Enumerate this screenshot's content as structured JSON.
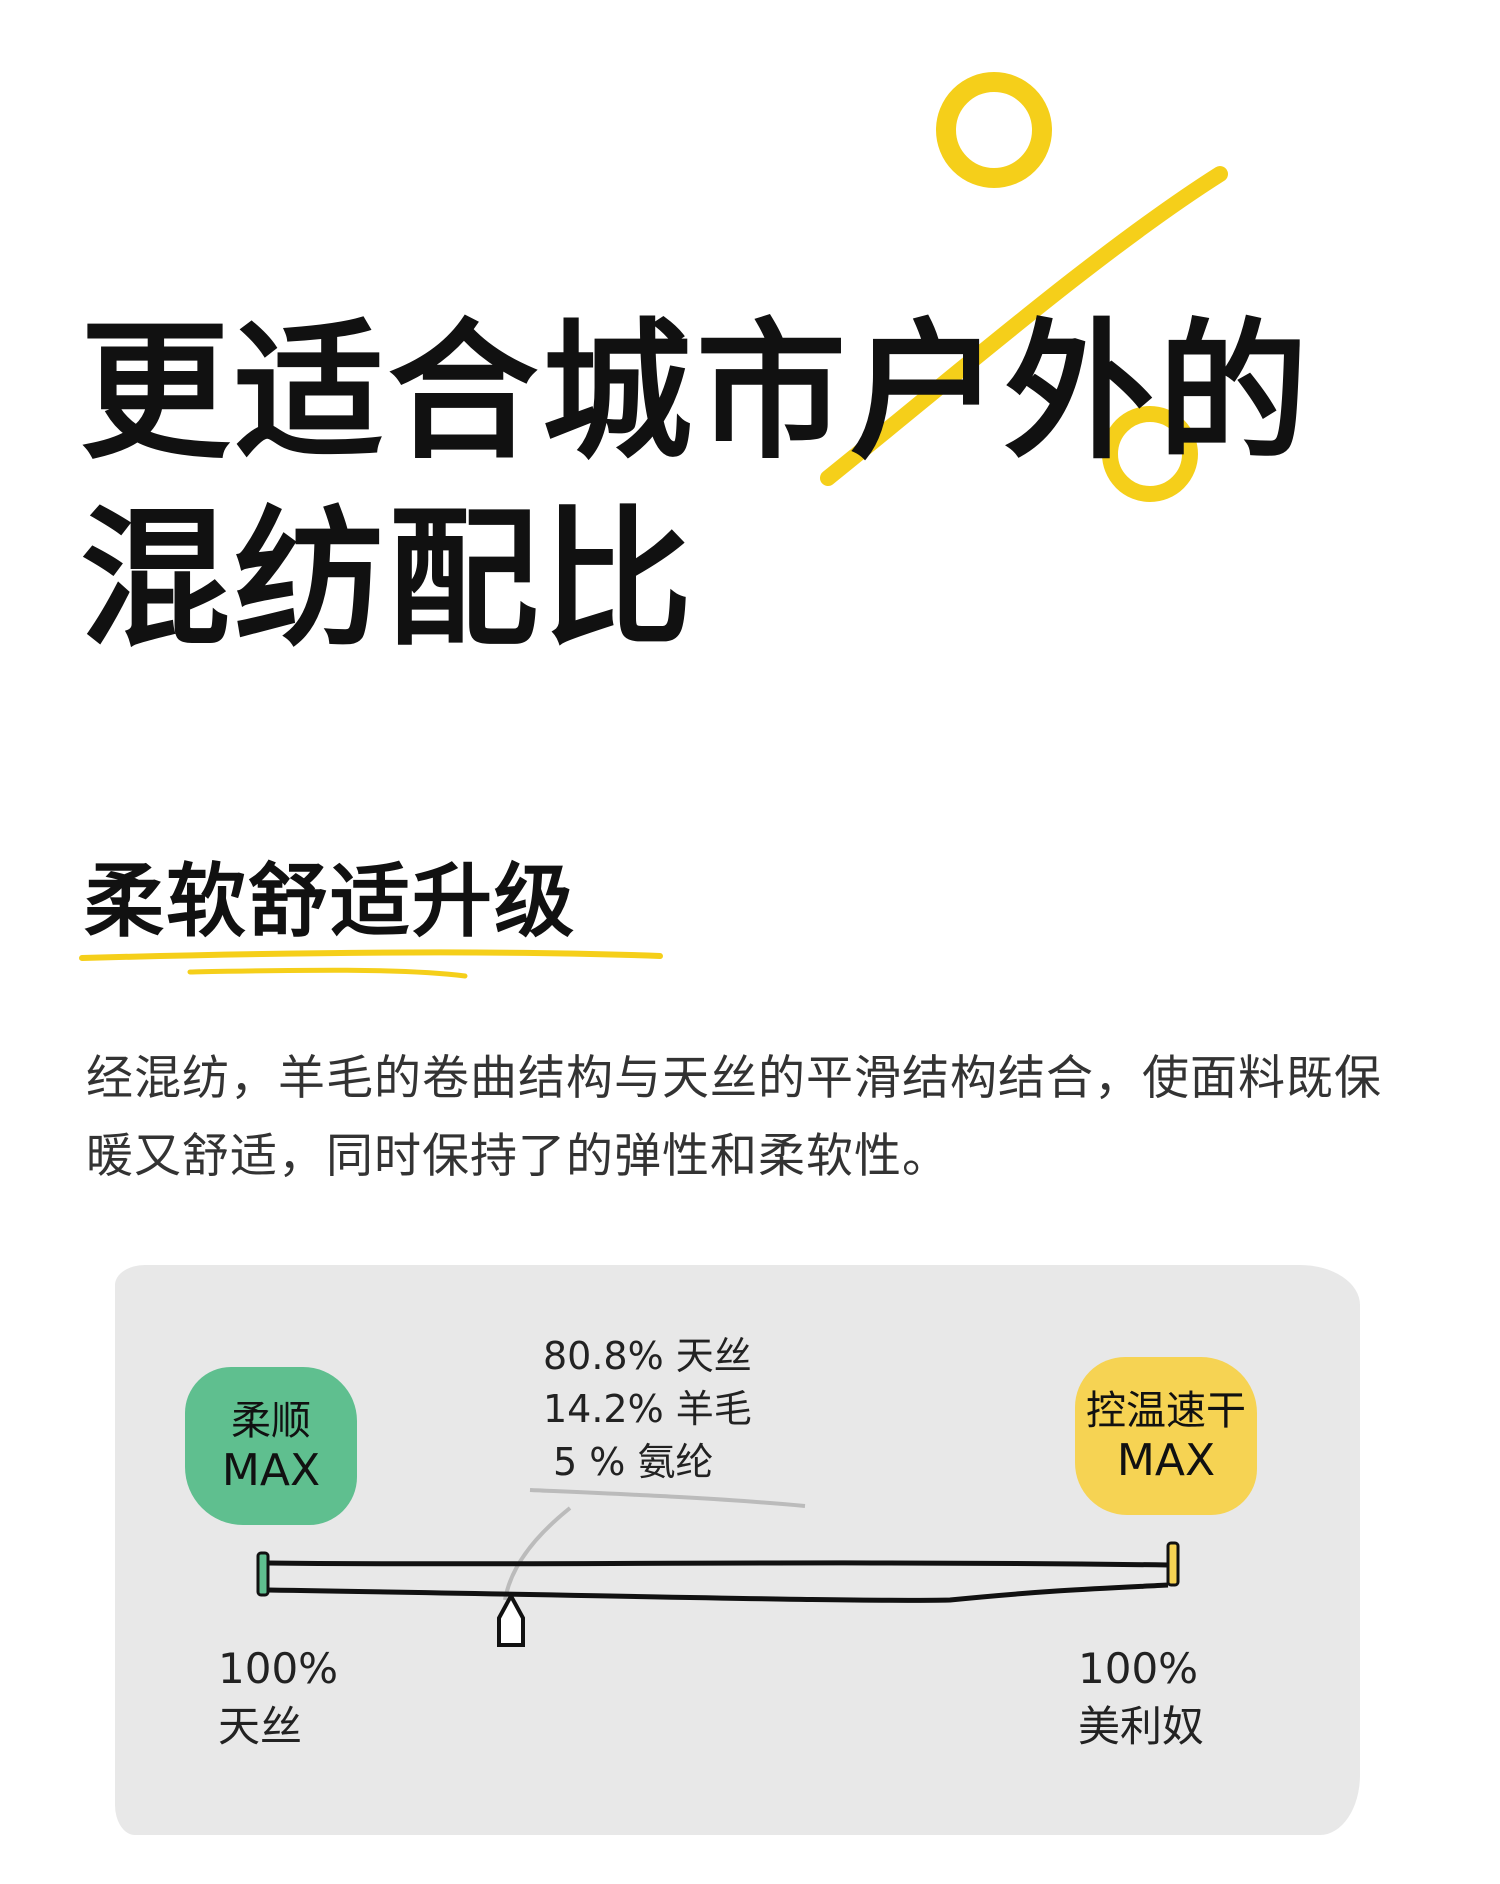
{
  "header": {
    "title_line1": "更适合城市户外的",
    "title_line2": "混纺配比"
  },
  "section": {
    "subtitle": "柔软舒适升级",
    "paragraph": "经混纺，羊毛的卷曲结构与天丝的平滑结构结合，使面料既保暖又舒适，同时保持了的弹性和柔软性。"
  },
  "diagram": {
    "left_badge": {
      "line1": "柔顺",
      "line2": "MAX",
      "color": "#5fbf8f"
    },
    "right_badge": {
      "line1": "控温速干",
      "line2": "MAX",
      "color": "#f6d353"
    },
    "blend": [
      "80.8% 天丝",
      "14.2% 羊毛",
      "5 % 氨纶"
    ],
    "left_end": {
      "percent": "100%",
      "material": "天丝"
    },
    "right_end": {
      "percent": "100%",
      "material": "美利奴"
    },
    "balance_position": 0.27
  },
  "colors": {
    "accent_yellow": "#f5cf1a",
    "panel": "#e8e8e8"
  }
}
